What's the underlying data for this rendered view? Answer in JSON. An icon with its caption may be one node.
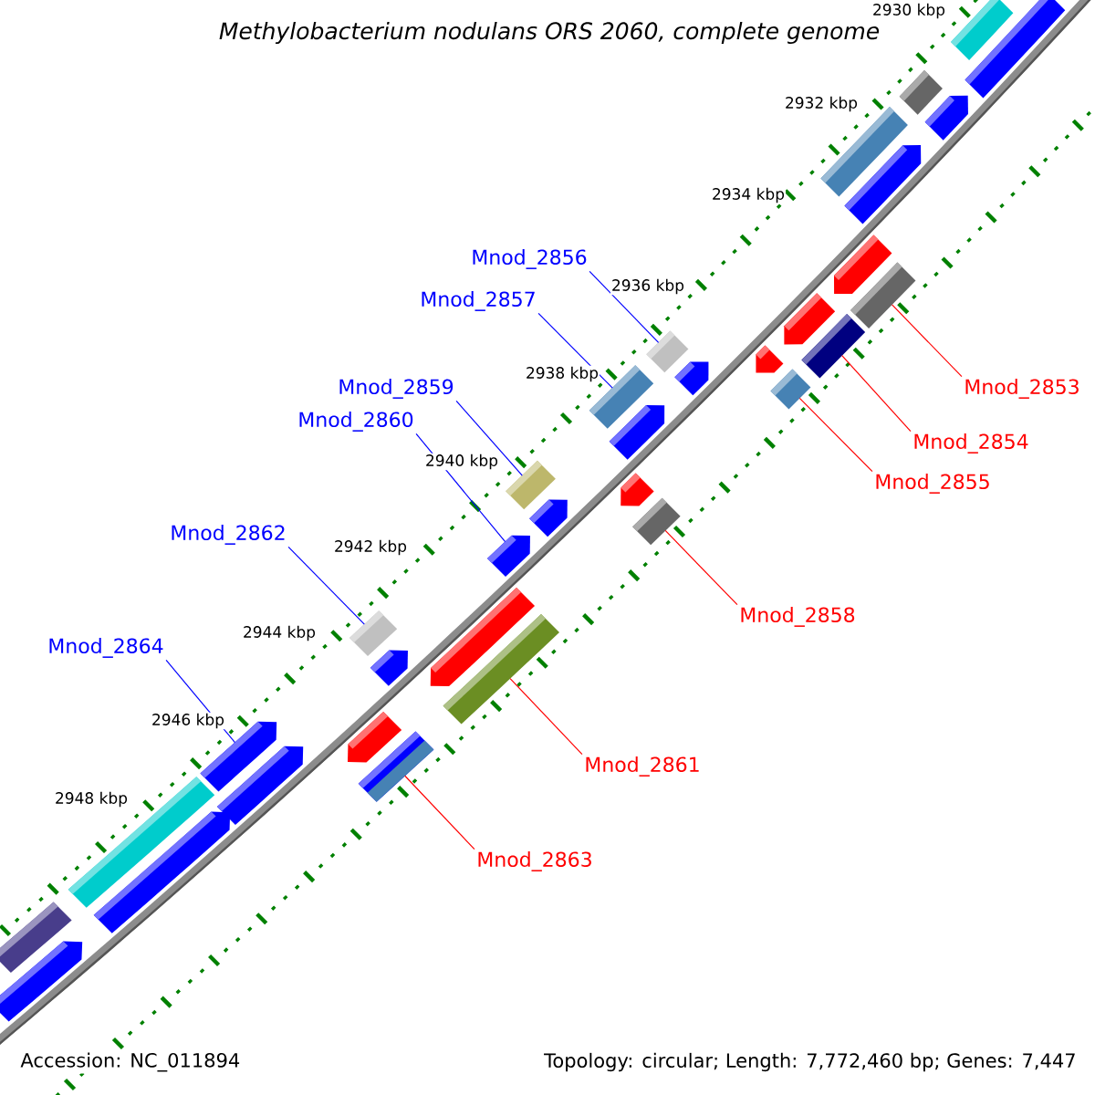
{
  "diagram": {
    "title": "Methylobacterium nodulans ORS 2060, complete genome",
    "nodes": [
      {
        "text": [
          "Mnod_2856"
        ]
      },
      {
        "text": [
          "Mnod_2857"
        ]
      },
      {
        "text": [
          "Mnod_2853"
        ]
      },
      {
        "text": [
          "Mnod_2859"
        ]
      },
      {
        "text": [
          "Mnod_2860"
        ]
      },
      {
        "text": [
          "Mnod_2854"
        ]
      },
      {
        "text": [
          "Mnod_2855"
        ]
      },
      {
        "text": [
          "Mnod_2862"
        ]
      },
      {
        "text": [
          "Mnod_2858"
        ]
      },
      {
        "text": [
          "Mnod_2864"
        ]
      },
      {
        "text": [
          "Mnod_2861"
        ]
      },
      {
        "text": [
          "Mnod_2863"
        ]
      },
      {
        "text": [],
        "shape": "bar"
      },
      {
        "text": [],
        "shape": "bar"
      },
      {
        "text": [],
        "shape": "bar"
      },
      {
        "text": [],
        "shape": "arrow"
      },
      {
        "text": [],
        "shape": "bar"
      },
      {
        "text": [],
        "shape": "arrow"
      },
      {
        "text": [],
        "shape": "arrow"
      },
      {
        "text": [],
        "shape": "bar"
      },
      {
        "text": [],
        "shape": "arrow"
      },
      {
        "text": [],
        "shape": "bar"
      },
      {
        "text": [],
        "shape": "bar"
      },
      {
        "text": [],
        "shape": "arrow"
      },
      {
        "text": [],
        "shape": "arrow"
      },
      {
        "text": [],
        "shape": "bar"
      },
      {
        "text": [],
        "shape": "bar"
      },
      {
        "text": [],
        "shape": "arrow"
      },
      {
        "text": [],
        "shape": "bar"
      },
      {
        "text": [],
        "shape": "arrow"
      },
      {
        "text": [],
        "shape": "arrow"
      },
      {
        "text": [],
        "shape": "bar"
      },
      {
        "text": [],
        "shape": "arrow"
      },
      {
        "text": [],
        "shape": "bar"
      },
      {
        "text": [],
        "shape": "arrow"
      },
      {
        "text": [],
        "shape": "arrow"
      },
      {
        "text": [],
        "shape": "bar"
      },
      {
        "text": [],
        "shape": "arrow"
      },
      {
        "text": [],
        "shape": "arrow"
      },
      {
        "text": [],
        "shape": "bar"
      },
      {
        "text": [],
        "shape": "arrow"
      },
      {
        "text": [],
        "shape": "bar"
      },
      {
        "text": [],
        "shape": "arrow"
      },
      {
        "text": [],
        "shape": "bar"
      },
      {
        "text": [],
        "shape": "arrow"
      }
    ],
    "edges": [
      {
        "from": 0,
        "to": 22,
        "arrow": "none",
        "color": "#0000ff"
      },
      {
        "from": 1,
        "to": 26,
        "arrow": "none",
        "color": "#0000ff"
      },
      {
        "from": 2,
        "to": 19,
        "arrow": "none",
        "color": "#ff0000"
      },
      {
        "from": 3,
        "to": 28,
        "arrow": "none",
        "color": "#0000ff"
      },
      {
        "from": 4,
        "to": 32,
        "arrow": "none",
        "color": "#0000ff"
      },
      {
        "from": 5,
        "to": 21,
        "arrow": "none",
        "color": "#ff0000"
      },
      {
        "from": 6,
        "to": 25,
        "arrow": "none",
        "color": "#ff0000"
      },
      {
        "from": 7,
        "to": 33,
        "arrow": "none",
        "color": "#0000ff"
      },
      {
        "from": 8,
        "to": 31,
        "arrow": "none",
        "color": "#ff0000"
      },
      {
        "from": 9,
        "to": 38,
        "arrow": "none",
        "color": "#0000ff"
      },
      {
        "from": 10,
        "to": 36,
        "arrow": "none",
        "color": "#ff0000"
      },
      {
        "from": 11,
        "to": 39,
        "arrow": "none",
        "color": "#ff0000"
      }
    ],
    "labels": [
      "2930 kbp",
      "2932 kbp",
      "2934 kbp",
      "2936 kbp",
      "2938 kbp",
      "2940 kbp",
      "2942 kbp",
      "2944 kbp",
      "2946 kbp",
      "2948 kbp",
      "Accession: NC_011894",
      "Topology: circular; Length: 7,772,460 bp; Genes: 7,447"
    ]
  }
}
